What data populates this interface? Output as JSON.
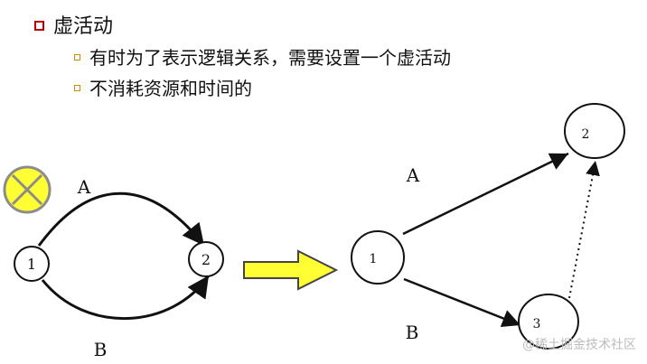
{
  "header": {
    "title": "虚活动",
    "items": [
      "有时为了表示逻辑关系，需要设置一个虚活动",
      "不消耗资源和时间的"
    ]
  },
  "left_diagram": {
    "nodes": [
      "1",
      "2"
    ],
    "edges": [
      "A",
      "B"
    ]
  },
  "right_diagram": {
    "nodes": [
      "1",
      "2",
      "3"
    ],
    "edges": [
      "A",
      "B"
    ]
  },
  "watermark": "@稀土掘金技术社区",
  "colors": {
    "red_bullet": "#c00000",
    "orange_bullet": "#d08a00",
    "circle_fill": "#ffff33",
    "circle_stroke": "#8c8c8c",
    "arrow_fill": "#ffff33",
    "arrow_stroke": "#444444"
  }
}
